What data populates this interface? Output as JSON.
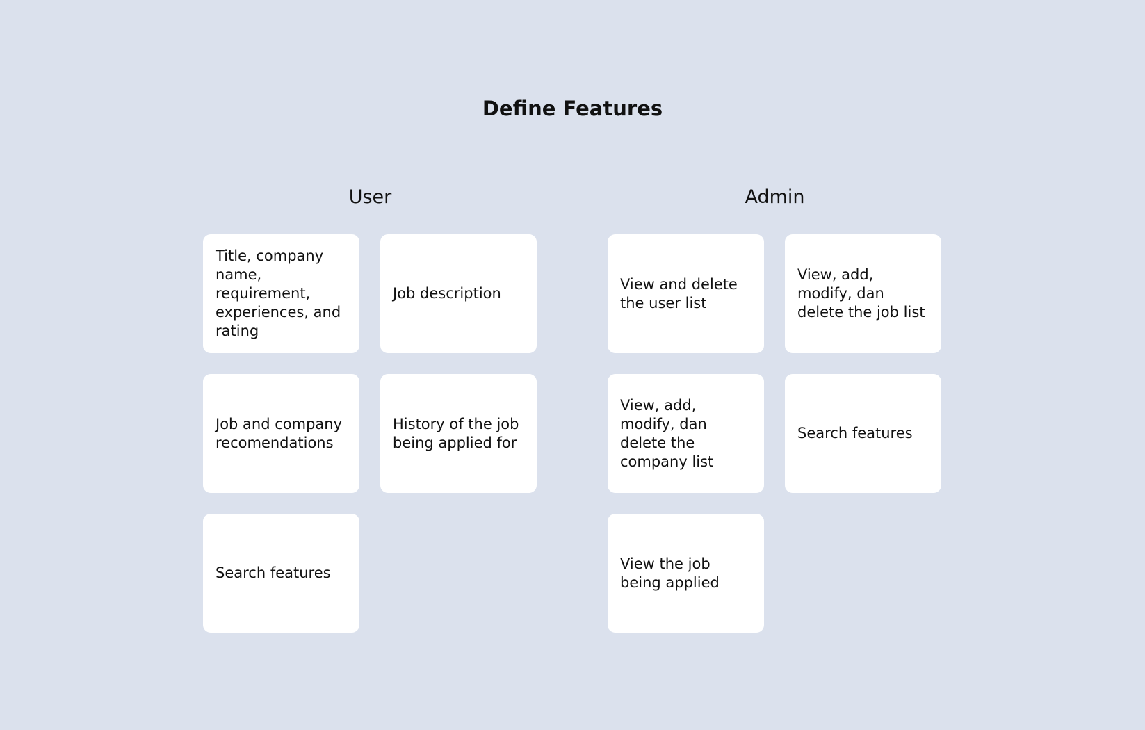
{
  "title": "Define Features",
  "user": {
    "heading": "User",
    "cards": [
      "Title, company name, requirement, experiences, and rating",
      "Job description",
      "Job and company recomendations",
      "History of the job being applied for",
      "Search features"
    ]
  },
  "admin": {
    "heading": "Admin",
    "cards": [
      "View and delete the user list",
      "View, add, modify, dan delete the job list",
      "View, add, modify, dan delete the company list",
      "Search features",
      "View the job being applied"
    ]
  },
  "colors": {
    "background": "#dbe1ed",
    "card": "#ffffff",
    "text": "#111111"
  }
}
